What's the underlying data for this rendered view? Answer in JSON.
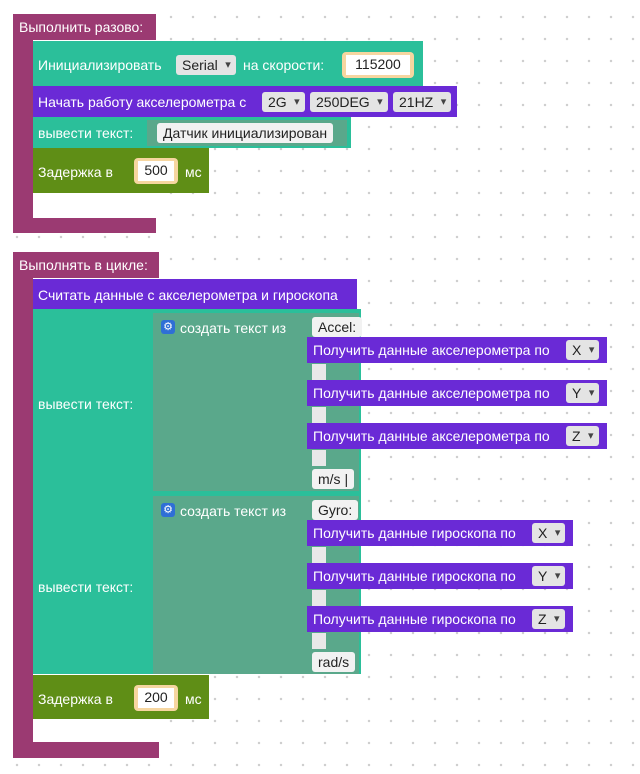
{
  "block_once": {
    "header": "Выполнить разово:",
    "init_label": "Инициализировать",
    "init_port": "Serial",
    "init_speed_label": "на скорости:",
    "init_speed": "115200",
    "accel_start_label": "Начать работу акселерометра с",
    "accel_range": "2G",
    "gyro_range": "250DEG",
    "freq": "21HZ",
    "print_label": "вывести текст:",
    "print_text": "Датчик инициализирован",
    "delay_label": "Задержка в",
    "delay_value": "500",
    "delay_unit": "мс"
  },
  "block_loop": {
    "header": "Выполнять в цикле:",
    "read_label": "Считать данные с акселерометра и гироскопа",
    "print1_label": "вывести текст:",
    "create_text1": "создать текст из",
    "accel_prefix": "Accel:",
    "accel_get_label": "Получить данные акселерометра по",
    "accel_axes": [
      "X",
      "Y",
      "Z"
    ],
    "accel_unit": "m/s |",
    "print2_label": "вывести текст:",
    "create_text2": "создать текст из",
    "gyro_prefix": "Gyro:",
    "gyro_get_label": "Получить данные гироскопа по",
    "gyro_axes": [
      "X",
      "Y",
      "Z"
    ],
    "gyro_unit": "rad/s",
    "delay_label": "Задержка в",
    "delay_value": "200",
    "delay_unit": "мс"
  },
  "colors": {
    "hat": "#9b3a72",
    "teal": "#2bbf9a",
    "purple": "#6a2ad6",
    "olive": "#5f8e16",
    "text_join": "#5aa88b"
  },
  "icons": {
    "mutator": "gear-icon"
  }
}
